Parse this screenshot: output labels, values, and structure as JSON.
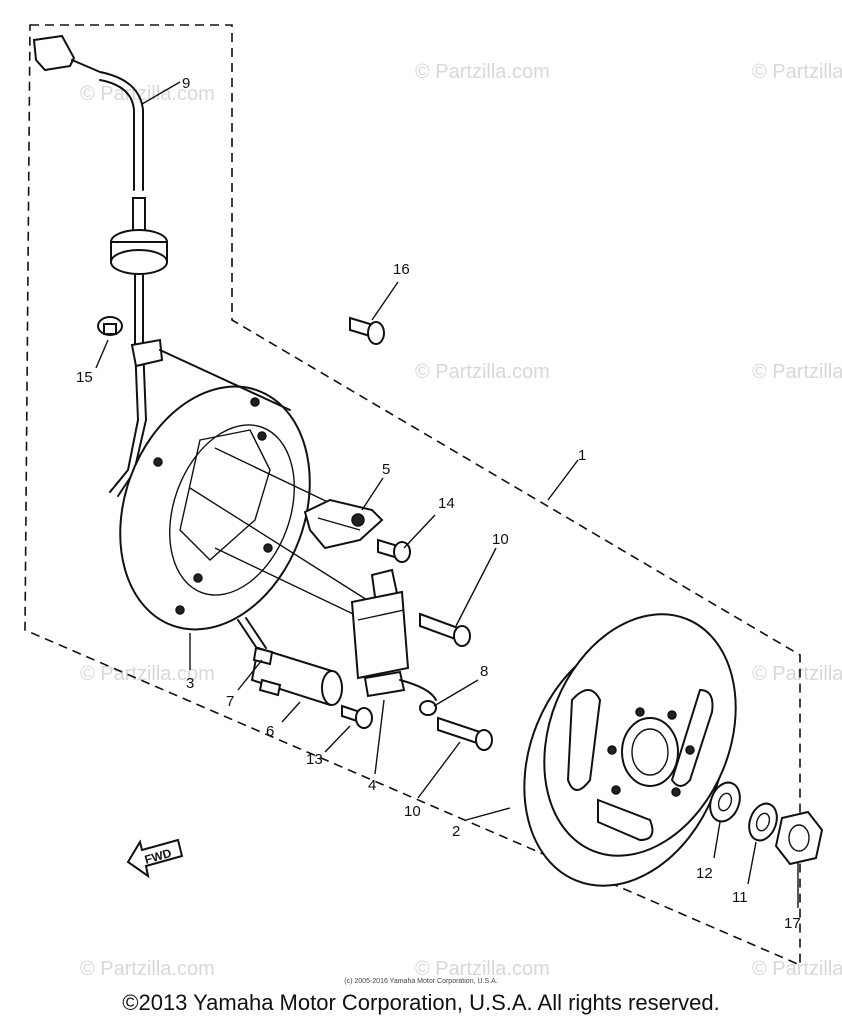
{
  "diagram": {
    "callouts": [
      "1",
      "2",
      "3",
      "4",
      "5",
      "6",
      "7",
      "8",
      "9",
      "10",
      "10",
      "11",
      "12",
      "13",
      "14",
      "15",
      "16",
      "17"
    ],
    "fwd_label": "FWD",
    "watermark": "© Partzilla.com",
    "small_copyright": "(c) 2005-2016 Yamaha Motor Corporation, U.S.A.",
    "copyright": "©2013 Yamaha Motor Corporation, U.S.A. All rights reserved."
  }
}
